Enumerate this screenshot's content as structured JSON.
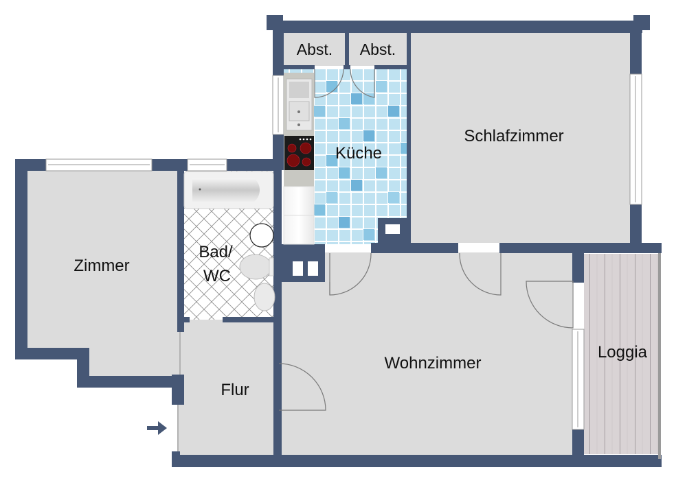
{
  "plan": {
    "type": "apartment-floor-plan",
    "colors": {
      "wall": "#465775",
      "floor": "#dcdcdc",
      "tile_light": "#c9e6f3",
      "tile_mid": "#8fcbe6",
      "tile_dark": "#5fa8d0",
      "loggia": "#d8d2d4",
      "window": "#ffffff",
      "door_line": "#7a7a7a"
    },
    "rooms": [
      {
        "id": "abst1",
        "label": "Abst."
      },
      {
        "id": "abst2",
        "label": "Abst."
      },
      {
        "id": "kueche",
        "label": "Küche"
      },
      {
        "id": "schlafzimmer",
        "label": "Schlafzimmer"
      },
      {
        "id": "zimmer",
        "label": "Zimmer"
      },
      {
        "id": "bad",
        "label_line1": "Bad/",
        "label_line2": "WC"
      },
      {
        "id": "flur",
        "label": "Flur"
      },
      {
        "id": "wohnzimmer",
        "label": "Wohnzimmer"
      },
      {
        "id": "loggia",
        "label": "Loggia"
      }
    ],
    "fixtures": [
      "bathtub",
      "toilet",
      "washbasin",
      "round-sink",
      "kitchen-sink",
      "cooktop",
      "fridge",
      "shafts"
    ],
    "entrance_marker": "arrow-right"
  }
}
